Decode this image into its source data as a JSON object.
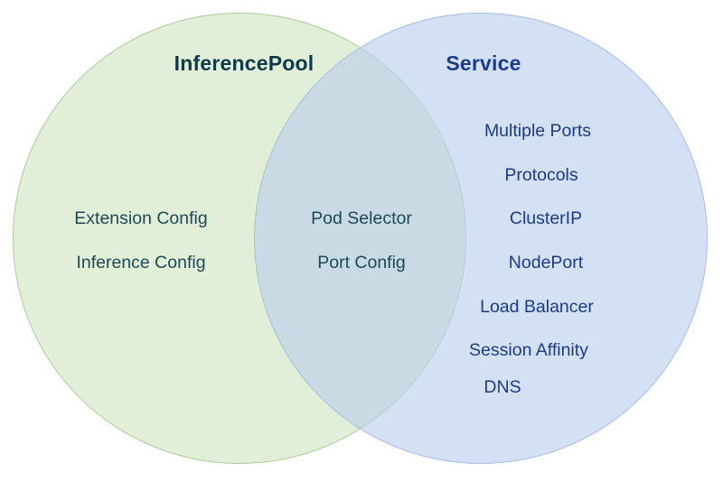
{
  "diagram": {
    "type": "venn",
    "title_left": "InferencePool",
    "title_right": "Service",
    "colors": {
      "left_fill": "#e4eedd",
      "left_stroke": "#a9ce93",
      "right_fill": "#dae3f3",
      "right_stroke": "#a6bce8",
      "overlap_fill": "#d5e2da",
      "left_text": "#1c4a54",
      "left_title_text": "#10394a",
      "right_text": "#1b3c8c",
      "background": "#ffffff"
    },
    "left_only_items": [
      "Extension Config",
      "Inference Config"
    ],
    "intersection_items": [
      "Pod Selector",
      "Port Config"
    ],
    "right_only_items": [
      "Multiple Ports",
      "Protocols",
      "ClusterIP",
      "NodePort",
      "Load Balancer",
      "Session Affinity",
      "DNS"
    ]
  }
}
